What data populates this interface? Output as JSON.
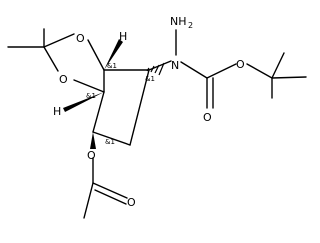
{
  "diagram": {
    "type": "chemical-structure",
    "atoms": {
      "n_amine": "N",
      "nh2": "NH",
      "nh2_subscript": "2",
      "o_ring_top": "O",
      "o_ring_bottom": "O",
      "o_ester_link": "O",
      "o_carbonyl": "O",
      "o_acetate_link": "O",
      "o_acetate_carbonyl": "O",
      "h_top": "H",
      "h_bottom": "H"
    },
    "stereo_labels": [
      "&1",
      "&1",
      "&1",
      "&1"
    ]
  }
}
